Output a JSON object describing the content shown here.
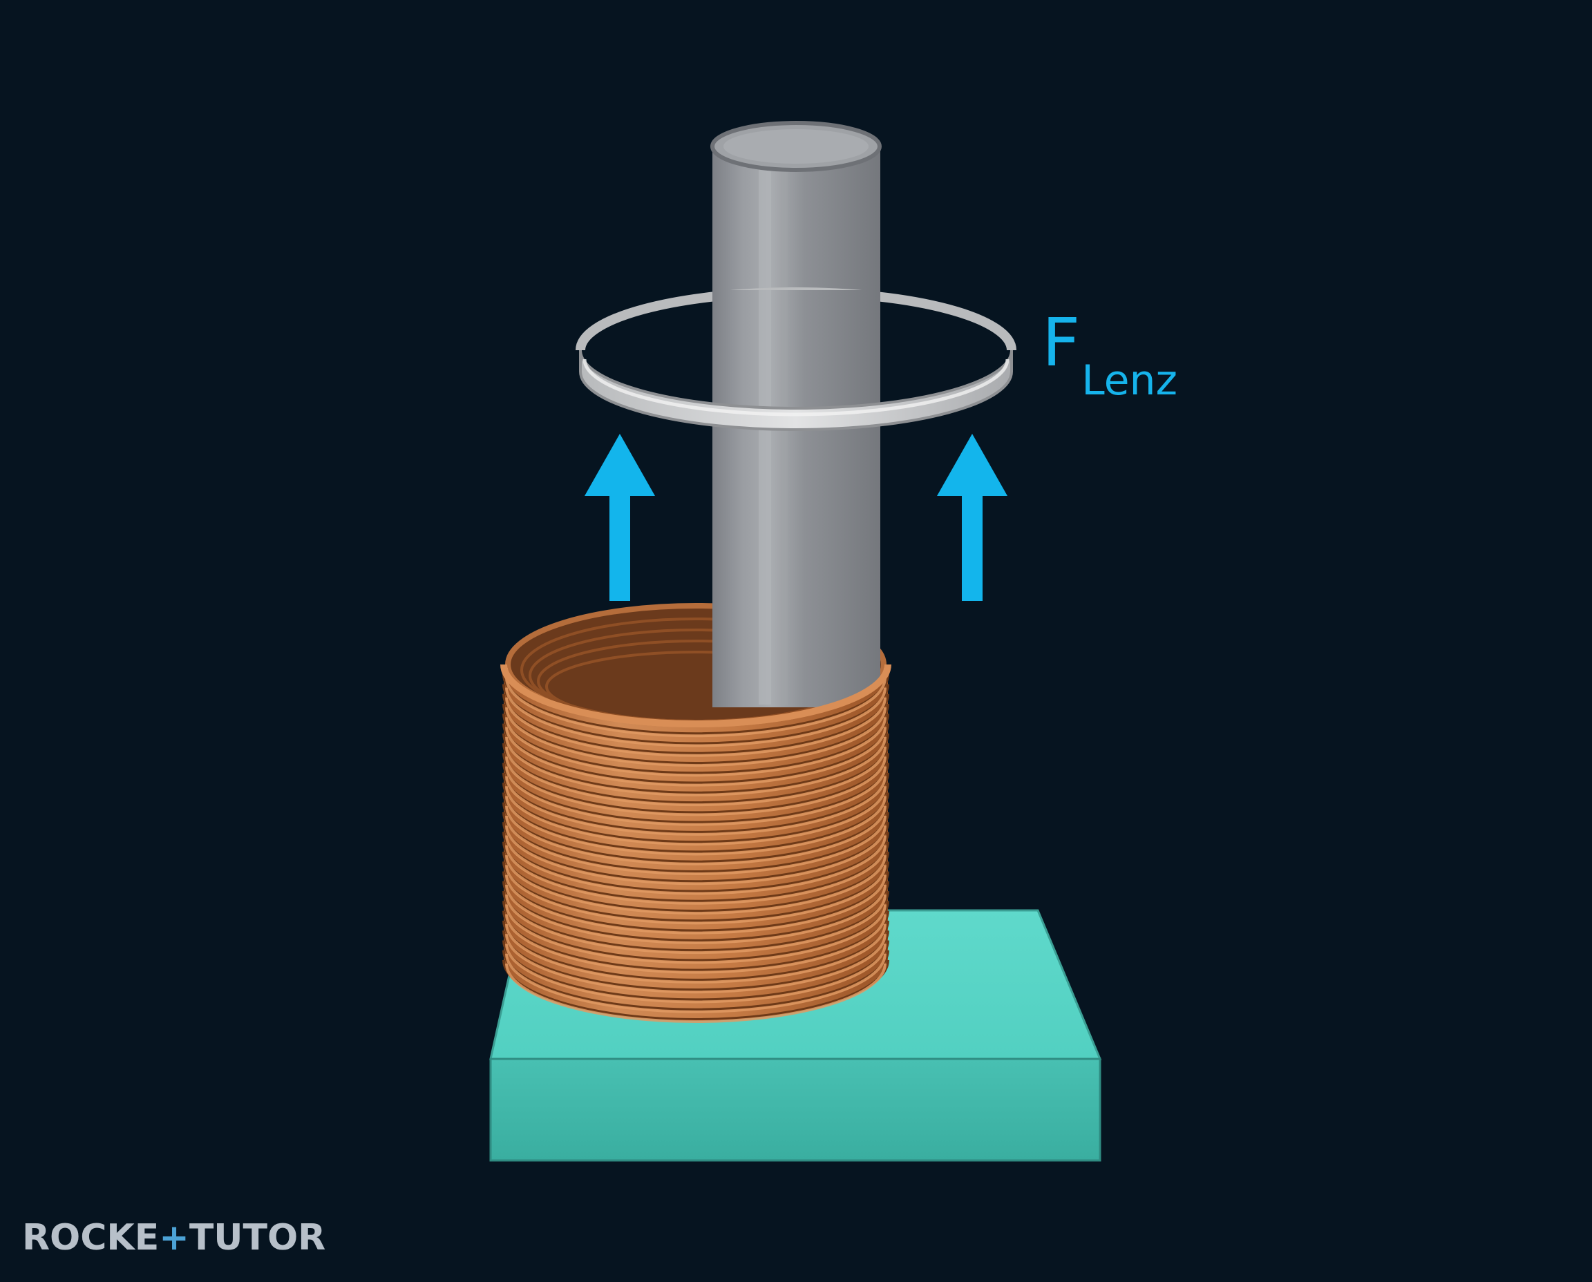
{
  "labels": {
    "force_main": "F",
    "force_sub": "Lenz"
  },
  "logo": {
    "part1": "ROCKE",
    "plus": "+",
    "part2": "TUTOR"
  },
  "colors": {
    "background": "#061420",
    "arrow": "#13b5ec",
    "label": "#16b4ec",
    "coil": "#c87a45",
    "base": "#4ccbbb",
    "rod": "#8e9196",
    "ring": "#c9cbcc"
  }
}
